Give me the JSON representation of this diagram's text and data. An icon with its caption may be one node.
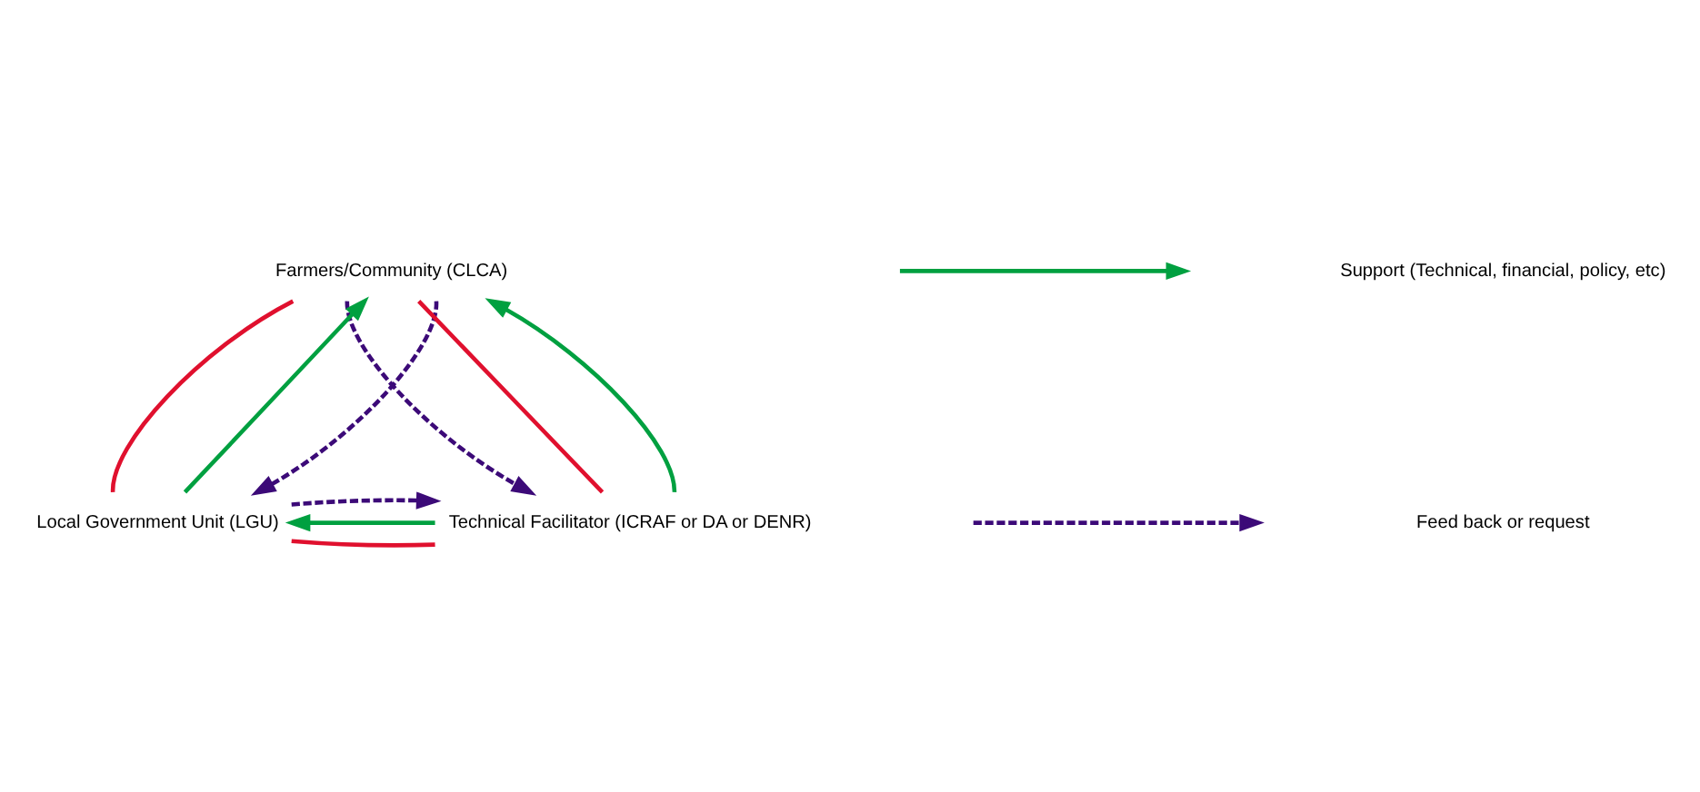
{
  "diagram": {
    "nodes": [
      {
        "text": [
          "Farmers/Community (CLCA)"
        ]
      },
      {
        "text": [
          "Local Government Unit (LGU)"
        ]
      },
      {
        "text": [
          "Technical Facilitator (ICRAF or DA or DENR)"
        ]
      }
    ],
    "edges": [
      {
        "from": 0,
        "to": 1,
        "arrow": "none",
        "color": "#e0102e"
      },
      {
        "from": 1,
        "to": 2,
        "arrow": "none",
        "color": "#e0102e"
      },
      {
        "from": 2,
        "to": 0,
        "arrow": "none",
        "color": "#e0102e"
      },
      {
        "from": 1,
        "to": 0,
        "arrow": "to",
        "color": "#00a040"
      },
      {
        "from": 2,
        "to": 0,
        "arrow": "to",
        "color": "#00a040"
      },
      {
        "from": 2,
        "to": 1,
        "arrow": "to",
        "color": "#00a040"
      },
      {
        "from": 0,
        "to": 1,
        "arrow": "to",
        "style": "dashed",
        "color": "#3c0a78"
      },
      {
        "from": 0,
        "to": 2,
        "arrow": "to",
        "style": "dashed",
        "color": "#3c0a78"
      },
      {
        "from": 1,
        "to": 2,
        "arrow": "to",
        "style": "dashed",
        "color": "#3c0a78"
      }
    ],
    "legend": [
      {
        "text": "Support (Technical, financial, policy, etc)"
      },
      {
        "text": "Feed back or request"
      }
    ]
  }
}
